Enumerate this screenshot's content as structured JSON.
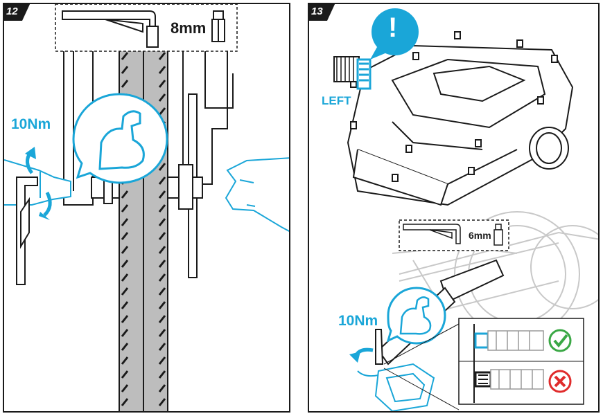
{
  "panels": [
    {
      "step": "12",
      "tool_size": "8mm",
      "torque": "10Nm"
    },
    {
      "step": "13",
      "side": "LEFT",
      "tool_size": "6mm",
      "torque": "10Nm",
      "alert_glyph": "!",
      "checks": [
        {
          "result": "correct",
          "icon": "check-circle-icon",
          "color": "#3aa845"
        },
        {
          "result": "incorrect",
          "icon": "x-circle-icon",
          "color": "#e02b2b"
        }
      ]
    }
  ],
  "colors": {
    "accent": "#1aa6d8",
    "line": "#1a1a1a",
    "tire": "#bdbdbd"
  }
}
